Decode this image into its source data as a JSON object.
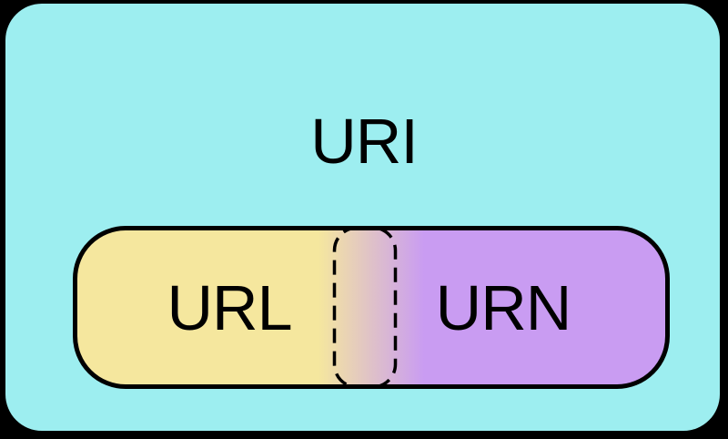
{
  "diagram": {
    "title": "URI",
    "regions": [
      {
        "id": "url",
        "label": "URL"
      },
      {
        "id": "urn",
        "label": "URN"
      }
    ],
    "overlap": {
      "between": [
        "URL",
        "URN"
      ],
      "style": "dashed-outline-gradient"
    }
  },
  "colors": {
    "bg": "#000000",
    "outer": "#9DEEF0",
    "url": "#F5E79E",
    "urn": "#C99CF2",
    "stroke": "#000000",
    "text": "#000000"
  }
}
